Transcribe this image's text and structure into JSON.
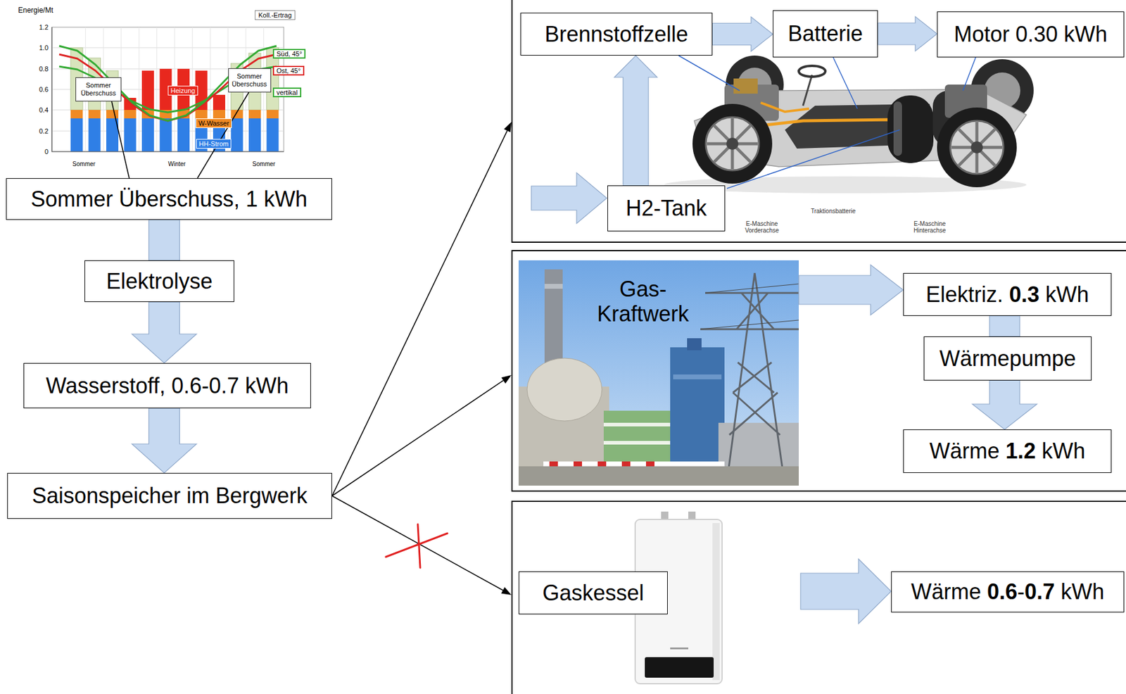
{
  "diagram": {
    "nodes": [
      {
        "text": [
          "Sommer Überschuss"
        ]
      },
      {
        "text": [
          "Sommer Überschuss"
        ]
      },
      {
        "text": [
          "Sommer Überschuss, 1 kWh"
        ]
      },
      {
        "text": [
          "Elektrolyse"
        ]
      },
      {
        "text": [
          "Wasserstoff, 0.6-0.7 kWh"
        ]
      },
      {
        "text": [
          "Saisonspeicher im Bergwerk"
        ]
      },
      {
        "text": []
      },
      {
        "text": [
          "Brennstoffzelle"
        ],
        "in": 6
      },
      {
        "text": [
          "Batterie"
        ],
        "in": 6
      },
      {
        "text": [
          "Motor 0.30 kWh"
        ],
        "in": 6
      },
      {
        "text": [
          "H2-Tank"
        ],
        "in": 6
      },
      {
        "text": []
      },
      {
        "text": [
          "Gas- Kraftwerk"
        ],
        "in": 11
      },
      {
        "text": [
          "Elektriz. 0.3 kWh"
        ],
        "in": 11
      },
      {
        "text": [
          "Wärmepumpe"
        ],
        "in": 11
      },
      {
        "text": [
          "Wärme 1.2 kWh"
        ],
        "in": 11
      },
      {
        "text": []
      },
      {
        "text": [
          "Gaskessel"
        ],
        "in": 16
      },
      {
        "text": [
          "Wärme 0.6-0.7 kWh"
        ],
        "in": 16
      }
    ],
    "edges": [
      {
        "from": 2,
        "to": 0,
        "arrow": "none"
      },
      {
        "from": 2,
        "to": 1,
        "arrow": "none"
      },
      {
        "from": 2,
        "to": 3,
        "arrow": "none"
      },
      {
        "from": 3,
        "to": 4,
        "arrow": "to"
      },
      {
        "from": 4,
        "to": 5,
        "arrow": "to"
      },
      {
        "from": 5,
        "to": 6,
        "arrow": "to"
      },
      {
        "from": 5,
        "to": 11,
        "arrow": "to"
      },
      {
        "from": 5,
        "to": 16,
        "arrow": "to"
      },
      {
        "from": 10,
        "to": 7,
        "arrow": "to"
      },
      {
        "from": 7,
        "to": 8,
        "arrow": "to"
      },
      {
        "from": 8,
        "to": 9,
        "arrow": "to"
      },
      {
        "from": 12,
        "to": 13,
        "arrow": "to"
      },
      {
        "from": 13,
        "to": 14,
        "arrow": "none"
      },
      {
        "from": 14,
        "to": 15,
        "arrow": "to"
      },
      {
        "from": 17,
        "to": 18,
        "arrow": "to"
      }
    ],
    "labels": [
      "Energie/Mt",
      "Koll.-Ertrag",
      "1.2",
      "1.0",
      "0.8",
      "0.6",
      "0.4",
      "0.2",
      "0",
      "Heizung",
      "W-Wasser",
      "HH-Strom",
      "Sommer",
      "Winter",
      "Sommer",
      "Traktionsbatterie",
      "E-Maschine Vorderachse",
      "E-Maschine Hinterachse"
    ],
    "legend": [
      {
        "text": "Süd, 45°",
        "color": "#33aa33"
      },
      {
        "text": "Ost, 45°",
        "color": "#dd2222"
      },
      {
        "text": "vertikal",
        "color": "#33aa33"
      }
    ]
  }
}
